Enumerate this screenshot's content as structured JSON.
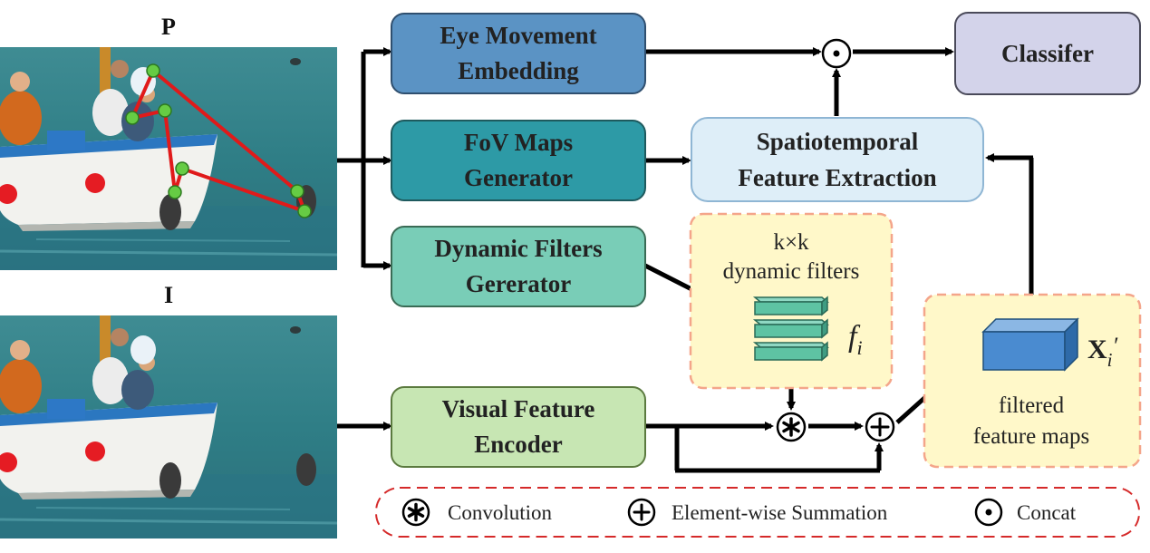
{
  "inputs": {
    "p_label": "P",
    "i_label": "I"
  },
  "modules": {
    "eye_movement": [
      "Eye Movement",
      "Embedding"
    ],
    "fov_maps": [
      "FoV Maps",
      "Generator"
    ],
    "dynamic_filters": [
      "Dynamic Filters",
      "Gererator"
    ],
    "visual_encoder": [
      "Visual Feature",
      "Encoder"
    ],
    "spatiotemporal": [
      "Spatiotemporal",
      "Feature Extraction"
    ],
    "classifier": "Classifer"
  },
  "filters_panel": {
    "title": [
      "k×k",
      "dynamic filters"
    ],
    "symbol": "f",
    "subscript": "i"
  },
  "feature_panel": {
    "symbol": "X",
    "subscript": "i",
    "prime": "′",
    "caption": [
      "filtered",
      "feature maps"
    ]
  },
  "legend": {
    "convolution": "Convolution",
    "summation": "Element-wise Summation",
    "concat": "Concat"
  },
  "colors": {
    "eye_movement": "#5b93c4",
    "fov_maps": "#2d9aa6",
    "dynamic_filters": "#79cdb7",
    "visual_encoder": "#c7e6b3",
    "spatiotemporal": "#deeef8",
    "classifier": "#d3d3ea",
    "panel_fill": "#fff8c9",
    "panel_border": "#f4a58a",
    "scanpath_line": "#e01a1a",
    "fixation_point": "#66cc44"
  }
}
